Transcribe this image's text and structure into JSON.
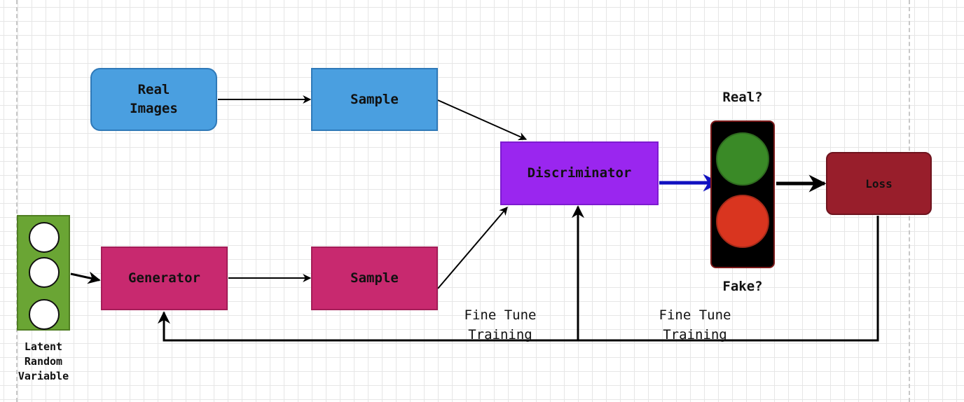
{
  "nodes": {
    "real_images": "Real\nImages",
    "sample_top": "Sample",
    "sample_bottom": "Sample",
    "discriminator": "Discriminator",
    "generator": "Generator",
    "loss": "Loss",
    "latent": "Latent\nRandom\nVariable"
  },
  "labels": {
    "real": "Real?",
    "fake": "Fake?",
    "fine_tune_1": "Fine Tune\nTraining",
    "fine_tune_2": "Fine Tune\nTraining"
  },
  "colors": {
    "real_images": "#4a9fe0",
    "sample_top": "#4a9fe0",
    "discriminator": "#9a26ef",
    "generator": "#c8296f",
    "sample_bottom": "#c8296f",
    "loss": "#981e2b",
    "latent_panel": "#6aa534",
    "light_green": "#3a8a27",
    "light_red": "#d9351f",
    "discriminator_arrow": "#1010c0"
  },
  "edges": [
    {
      "from": "real_images",
      "to": "sample_top"
    },
    {
      "from": "sample_top",
      "to": "discriminator"
    },
    {
      "from": "latent",
      "to": "generator"
    },
    {
      "from": "generator",
      "to": "sample_bottom"
    },
    {
      "from": "sample_bottom",
      "to": "discriminator"
    },
    {
      "from": "discriminator",
      "to": "traffic_light"
    },
    {
      "from": "traffic_light",
      "to": "loss"
    },
    {
      "from": "loss",
      "to": "discriminator",
      "label": "Fine Tune Training"
    },
    {
      "from": "loss",
      "to": "generator",
      "label": "Fine Tune Training"
    }
  ]
}
